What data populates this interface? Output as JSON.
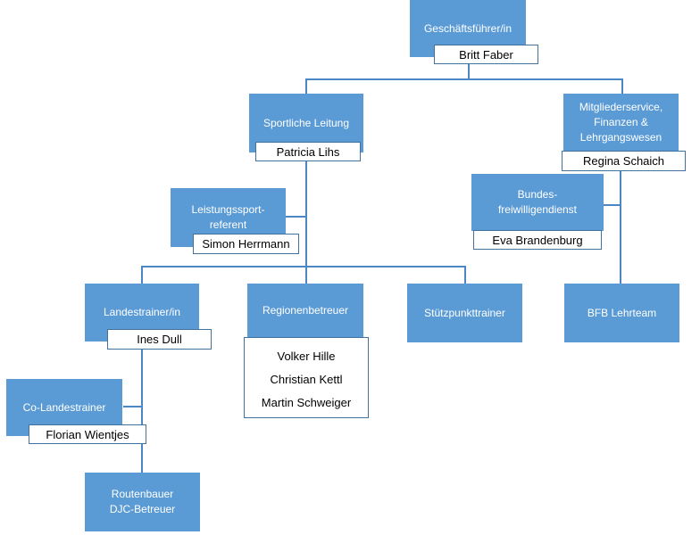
{
  "colors": {
    "box": "#5b9bd5",
    "border": "#41719c",
    "connector": "#4a87c4"
  },
  "org_chart": {
    "geschaeftsfuehrer": {
      "role": "Geschäftsführer/in",
      "name": "Britt Faber"
    },
    "sportliche_leitung": {
      "role": "Sportliche Leitung",
      "name": "Patricia Lihs"
    },
    "mitgliederservice": {
      "role": "Mitgliederservice,\nFinanzen &\nLehrgangswesen",
      "name": "Regina Schaich"
    },
    "leistungssport": {
      "role": "Leistungssport-\nreferent",
      "name": "Simon Herrmann"
    },
    "bundesfreiwillig": {
      "role": "Bundes-\nfreiwilligendienst",
      "name": "Eva Brandenburg"
    },
    "landestrainer": {
      "role": "Landestrainer/in",
      "name": "Ines Dull"
    },
    "regionenbetreuer": {
      "role": "Regionenbetreuer",
      "names": [
        "Volker Hille",
        "Christian Kettl",
        "Martin Schweiger"
      ]
    },
    "stuetzpunkttrainer": {
      "role": "Stützpunkttrainer"
    },
    "bfb_lehrteam": {
      "role": "BFB Lehrteam"
    },
    "co_landestrainer": {
      "role": "Co-Landestrainer",
      "name": "Florian Wientjes"
    },
    "routenbauer": {
      "role": "Routenbauer\nDJC-Betreuer"
    }
  }
}
